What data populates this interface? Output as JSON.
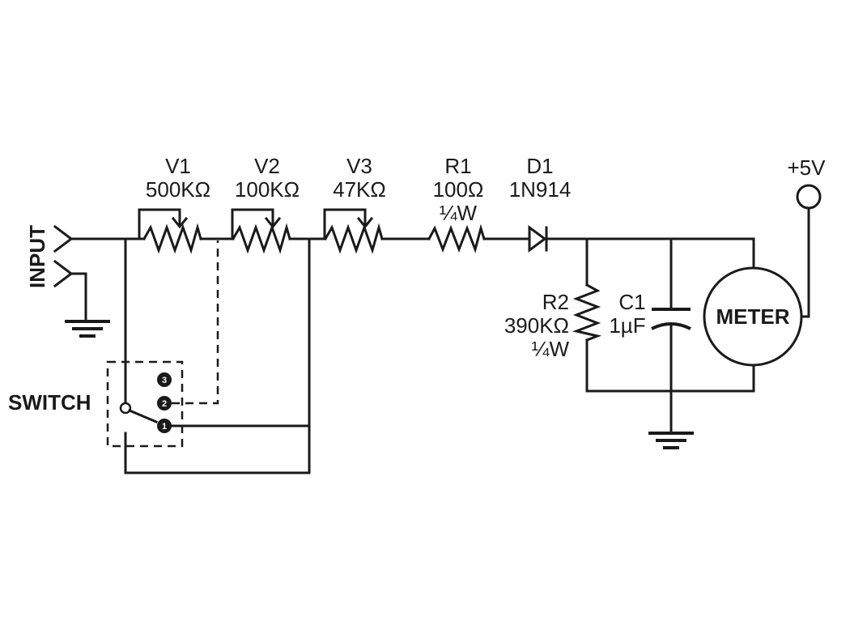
{
  "labels": {
    "input": "INPUT",
    "switch": "SWITCH",
    "supply": "+5V",
    "meter": "METER"
  },
  "components": {
    "v1": {
      "name": "V1",
      "value": "500KΩ"
    },
    "v2": {
      "name": "V2",
      "value": "100KΩ"
    },
    "v3": {
      "name": "V3",
      "value": "47KΩ"
    },
    "r1": {
      "name": "R1",
      "value": "100Ω",
      "rating": "¼W"
    },
    "d1": {
      "name": "D1",
      "value": "1N914"
    },
    "r2": {
      "name": "R2",
      "value": "390KΩ",
      "rating": "¼W"
    },
    "c1": {
      "name": "C1",
      "value": "1µF"
    }
  },
  "switch_positions": [
    "3",
    "2",
    "1"
  ]
}
